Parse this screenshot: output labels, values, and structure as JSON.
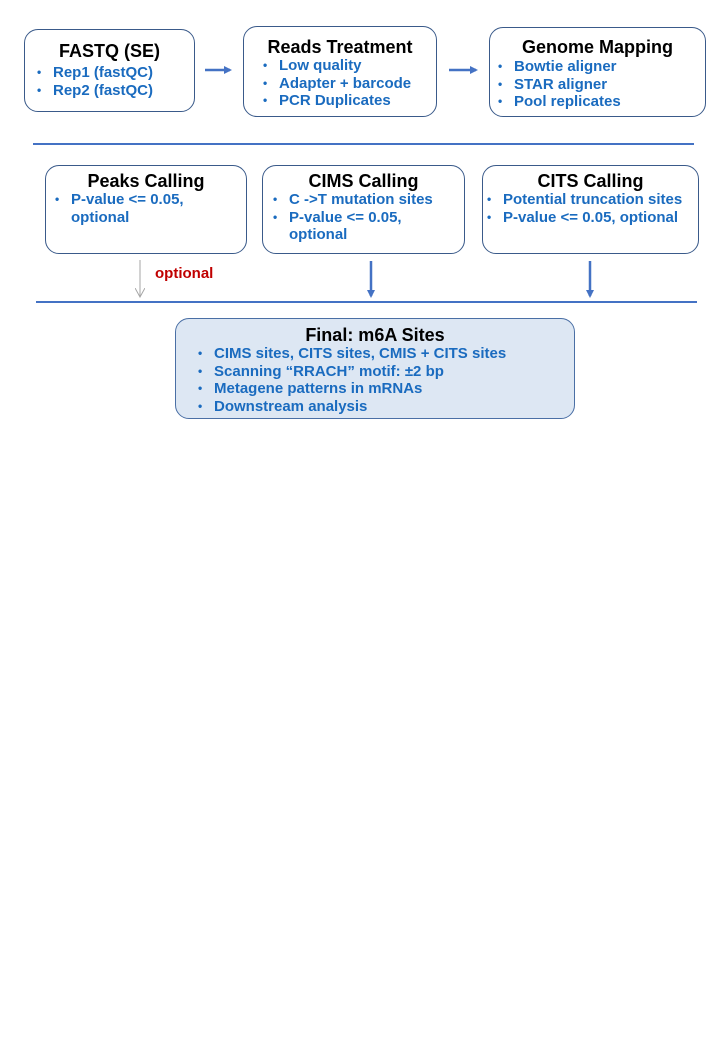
{
  "steps": [
    {
      "title": "FASTQ (SE)",
      "items": [
        "Rep1 (fastQC)",
        "Rep2 (fastQC)"
      ]
    },
    {
      "title": "Reads Treatment",
      "items": [
        "Low quality",
        "Adapter + barcode",
        "PCR Duplicates"
      ]
    },
    {
      "title": "Genome Mapping",
      "items": [
        "Bowtie aligner",
        "STAR aligner",
        "Pool replicates"
      ]
    }
  ],
  "calling": [
    {
      "title": "Peaks Calling",
      "items": [
        "P-value <= 0.05, optional"
      ]
    },
    {
      "title": "CIMS Calling",
      "items": [
        "C ->T mutation sites",
        "P-value <= 0.05, optional"
      ]
    },
    {
      "title": "CITS Calling",
      "items": [
        "Potential truncation sites",
        "P-value <= 0.05, optional"
      ]
    }
  ],
  "optional_label": "optional",
  "final": {
    "title": "Final: m6A Sites",
    "items": [
      "CIMS sites, CITS sites, CMIS + CITS sites",
      "Scanning “RRACH” motif: ±2 bp",
      "Metagene patterns in mRNAs",
      "Downstream analysis"
    ]
  },
  "colors": {
    "bullet_text": "#1a6bbf",
    "arrow": "#4472c4",
    "optional": "#c00000",
    "final_fill": "#dde7f3"
  }
}
